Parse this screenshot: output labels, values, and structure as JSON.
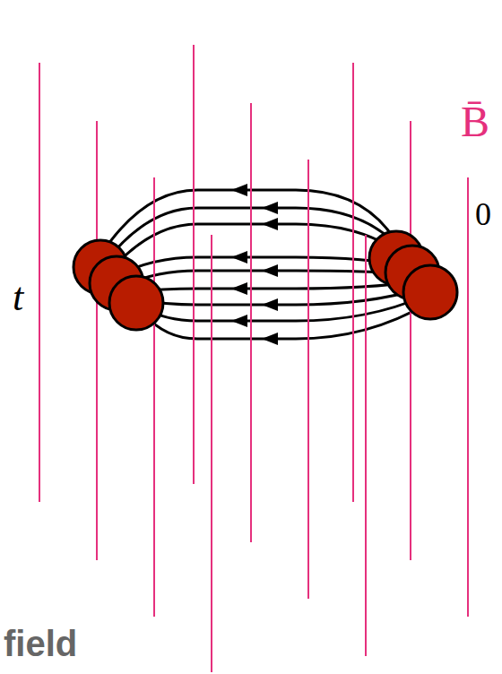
{
  "diagram": {
    "labels": [
      "B̄",
      "0",
      "t",
      "field"
    ]
  }
}
